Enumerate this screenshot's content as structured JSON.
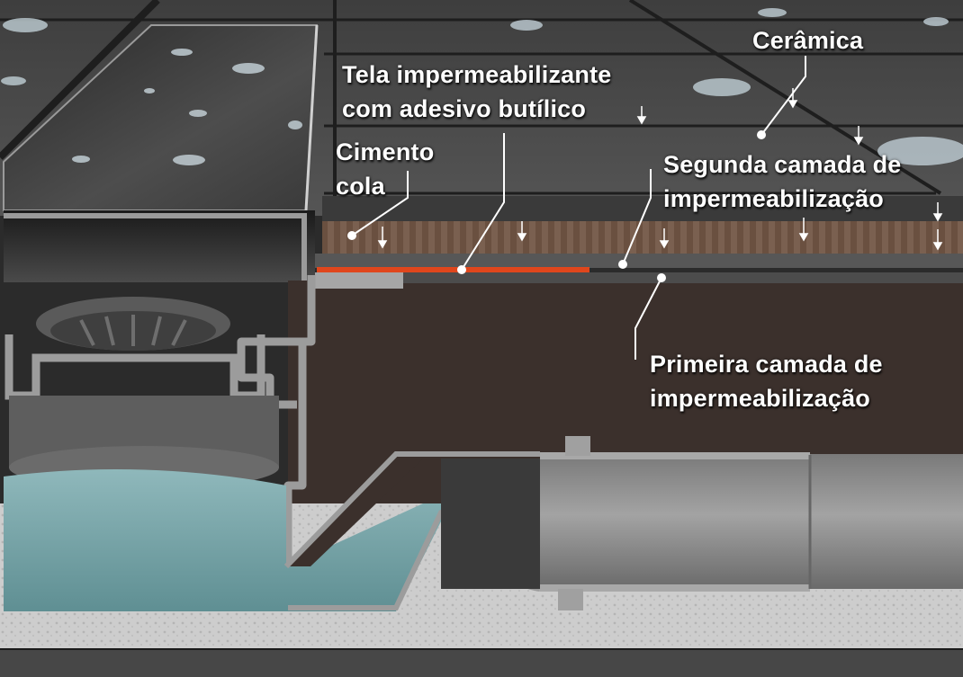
{
  "diagram": {
    "type": "cross-section",
    "subject": "linear shower drain waterproofing",
    "labels": [
      {
        "id": "ceramica",
        "lines": [
          "Cerâmica"
        ]
      },
      {
        "id": "tela",
        "lines": [
          "Tela impermeabilizante",
          "com adesivo butílico"
        ]
      },
      {
        "id": "cimento",
        "lines": [
          "Cimento",
          "cola"
        ]
      },
      {
        "id": "segunda",
        "lines": [
          "Segunda camada de",
          "impermeabilização"
        ]
      },
      {
        "id": "primeira",
        "lines": [
          "Primeira camada de",
          "impermeabilização"
        ]
      }
    ],
    "colors": {
      "tile": "#4a4a4a",
      "tile_dark": "#2e2e2e",
      "grate": "#3a3a3a",
      "adhesive": "#6e5444",
      "membrane_red": "#e0461c",
      "waterproof_layer": "#555555",
      "substrate": "#3b302c",
      "metal": "#9a9a9a",
      "water": "#6f9ea2",
      "concrete": "#cfcfcf",
      "base": "#4a4a4a",
      "text": "#ffffff"
    }
  }
}
